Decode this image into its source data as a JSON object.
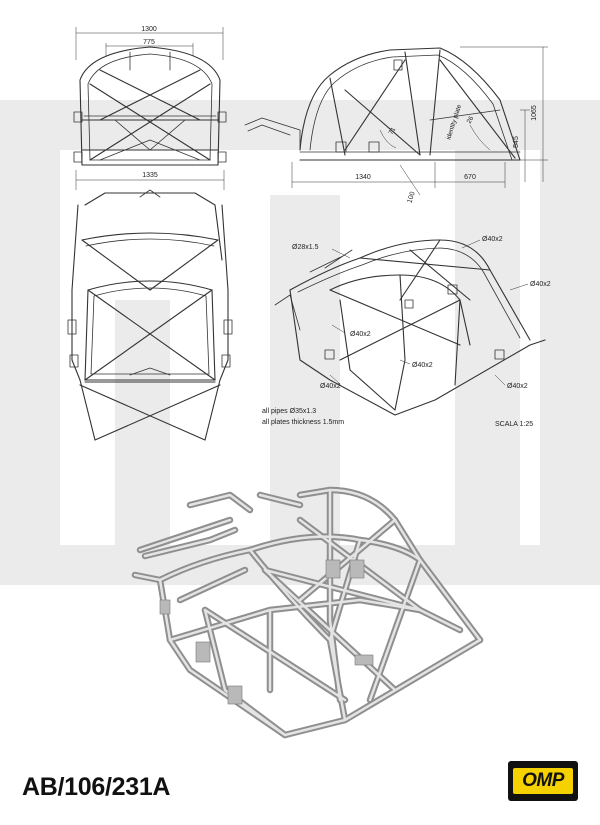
{
  "drawing": {
    "part_number": "AB/106/231A",
    "logo_text": "OMP",
    "scale": "SCALA 1:25",
    "notes": [
      "all pipes Ø35x1.3",
      "all plates thickness 1.5mm"
    ]
  },
  "top_view": {
    "dim_top_outer": "1300",
    "dim_top_inner": "775",
    "dim_bottom": "1335"
  },
  "side_view": {
    "dim_length": "1340",
    "dim_rear": "670",
    "dim_height_total": "1065",
    "dim_height_lower": "545",
    "dim_bar": "100",
    "angle_a": "26",
    "angle_b": "71",
    "label_plate": "identity plate"
  },
  "iso_view": {
    "pipe_labels": [
      "Ø28x1.5",
      "Ø40x2",
      "Ø40x2",
      "Ø40x2",
      "Ø40x2",
      "Ø40x2",
      "Ø40x2"
    ]
  },
  "colors": {
    "logo_yellow": "#f6d100",
    "logo_black": "#111111",
    "watermark": "#ebebeb"
  }
}
